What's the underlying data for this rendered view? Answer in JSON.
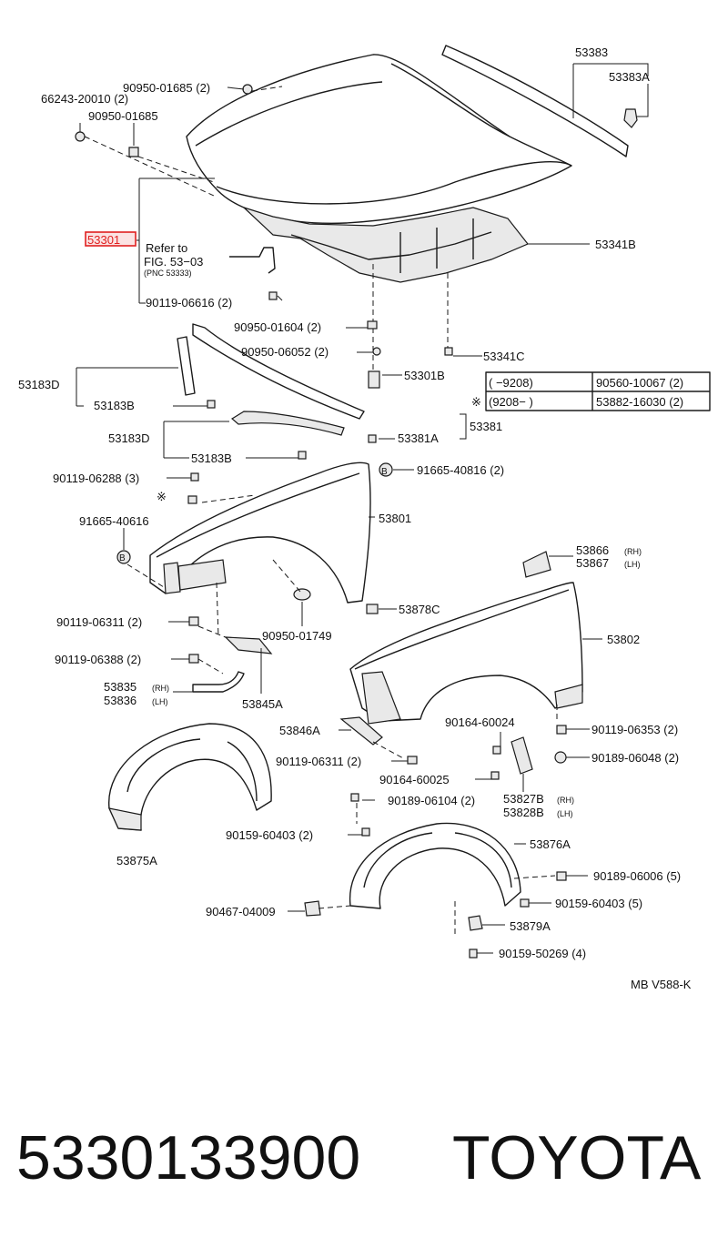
{
  "labels": {
    "p53383": "53383",
    "p53383A": "53383A",
    "p90950_01685_2": "90950-01685 (2)",
    "p66243": "66243-20010 (2)",
    "p90950_01685": "90950-01685",
    "p53301": "53301",
    "refer_to": "Refer to",
    "fig": "FIG. 53−03",
    "pnc": "(PNC 53333)",
    "p90119_06616": "90119-06616 (2)",
    "p53341B": "53341B",
    "p90950_01604": "90950-01604 (2)",
    "p90950_06052": "90950-06052 (2)",
    "p53341C": "53341C",
    "p53183D_1": "53183D",
    "p53183B_1": "53183B",
    "p53301B": "53301B",
    "p53183D_2": "53183D",
    "p53183B_2": "53183B",
    "p53381A": "53381A",
    "p53381": "53381",
    "p90119_06288": "90119-06288 (3)",
    "p91665_40816_2": "91665-40816 (2)",
    "p53801": "53801",
    "p91665_40616": "91665-40616",
    "p53866": "53866",
    "p53867": "53867",
    "p90950_01749": "90950-01749",
    "p53878C": "53878C",
    "p90119_06311_a": "90119-06311 (2)",
    "p53802": "53802",
    "p90119_06388": "90119-06388 (2)",
    "p53835": "53835",
    "p53836": "53836",
    "p53845A": "53845A",
    "p53846A": "53846A",
    "p90164_60024": "90164-60024",
    "p90119_06353": "90119-06353 (2)",
    "p90119_06311_b": "90119-06311 (2)",
    "p90189_06048": "90189-06048 (2)",
    "p90164_60025": "90164-60025",
    "p53827B": "53827B",
    "p53828B": "53828B",
    "p90189_06104": "90189-06104 (2)",
    "p90159_60403_2": "90159-60403 (2)",
    "p53876A": "53876A",
    "p53875A": "53875A",
    "p90189_06006": "90189-06006 (5)",
    "p90467": "90467-04009",
    "p90159_60403_5": "90159-60403 (5)",
    "p53879A": "53879A",
    "p90159_50269": "90159-50269 (4)",
    "fig_code": "MB  V588-K",
    "rh": "(RH)",
    "lh": "(LH)",
    "b_marker": "B",
    "ref_mark": "※"
  },
  "date_table": {
    "rows": [
      {
        "range": "(        −9208)",
        "part": "90560-10067 (2)"
      },
      {
        "range": "(9208−         )",
        "part": "53882-16030 (2)"
      }
    ]
  },
  "footer": {
    "part_number": "5330133900",
    "brand": "TOYOTA"
  },
  "colors": {
    "highlight": "#e02020",
    "ink": "#111111"
  }
}
